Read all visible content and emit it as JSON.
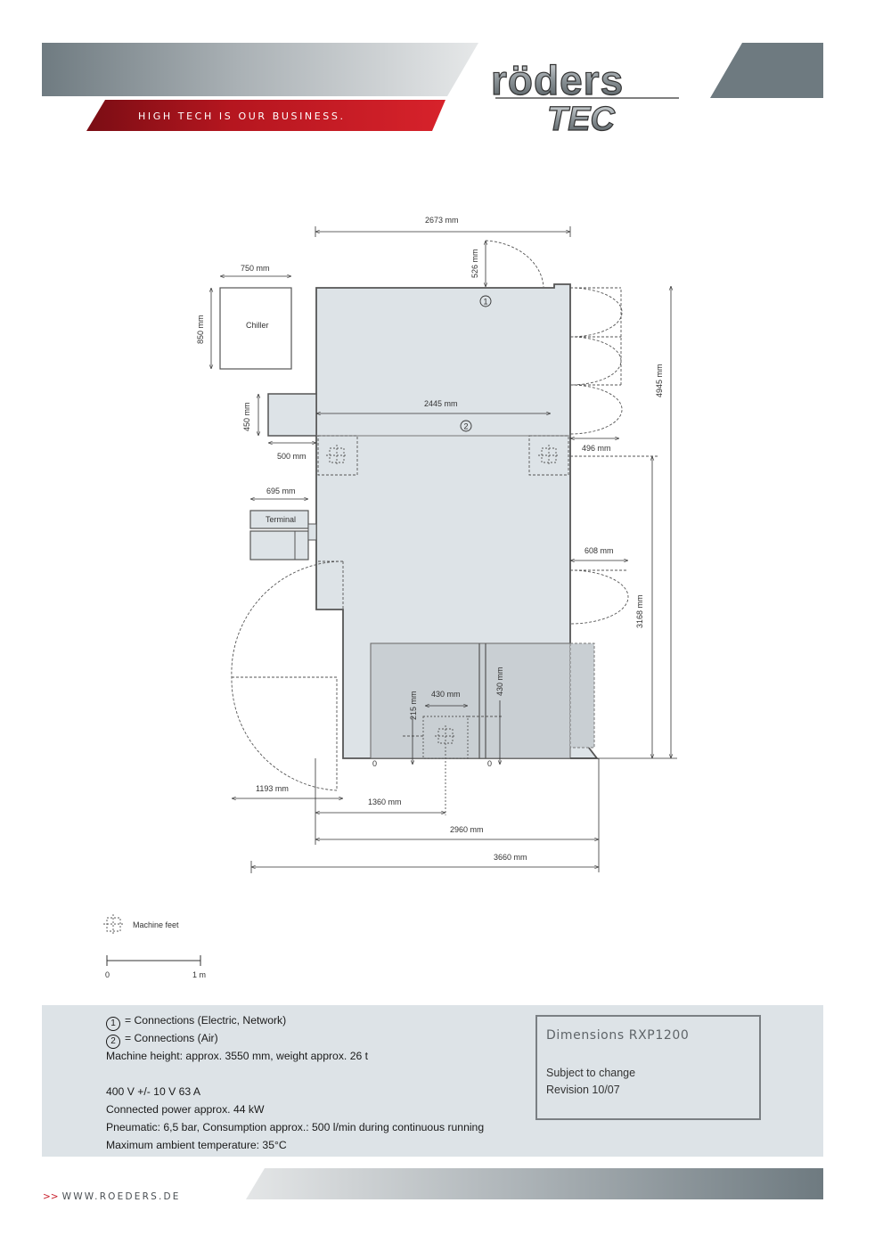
{
  "header": {
    "slogan": "HIGH TECH IS OUR BUSINESS.",
    "logo_text": "röders",
    "logo_sub": "TEC"
  },
  "colors": {
    "accent_red": "#c8202c",
    "header_gray": "#6e7a80",
    "machine_fill": "#dde3e7",
    "info_panel": "#dde3e7"
  },
  "drawing": {
    "dims": {
      "top_width": "2673 mm",
      "top_clearance": "526 mm",
      "chiller_w": "750 mm",
      "chiller_h": "850 mm",
      "side_unit_h": "450 mm",
      "side_unit_w": "500 mm",
      "axis_span": "2445 mm",
      "right_clear_top": "496 mm",
      "terminal_w": "695 mm",
      "right_clear_mid": "608 mm",
      "total_height": "4945 mm",
      "lower_height": "3168 mm",
      "foot_x": "430 mm",
      "foot_y_small": "215 mm",
      "foot_y": "430 mm",
      "door_left": "1193 mm",
      "foot_offset": "1360 mm",
      "base_width": "2960 mm",
      "total_width": "3660 mm"
    },
    "labels": {
      "chiller": "Chiller",
      "terminal": "Terminal",
      "conn1_mark": "1",
      "conn2_mark": "2",
      "foot_mark_a": "0",
      "foot_mark_b": "0"
    },
    "legend": {
      "machine_feet": "Machine feet"
    },
    "scale": {
      "start": "0",
      "end": "1 m"
    }
  },
  "info": {
    "conn1_mark": "1",
    "conn1_text": "= Connections (Electric, Network)",
    "conn2_mark": "2",
    "conn2_text": "= Connections (Air)",
    "machine_height": "Machine height: approx. 3550 mm, weight approx. 26 t",
    "voltage": "400 V +/- 10 V  63 A",
    "power": "Connected power approx. 44 kW",
    "pneumatic": "Pneumatic: 6,5 bar, Consumption approx.: 500 l/min during continuous running",
    "temperature": "Maximum ambient temperature: 35°C"
  },
  "titlebox": {
    "title": "Dimensions RXP1200",
    "subject": "Subject to change",
    "revision": "Revision 10/07"
  },
  "footer": {
    "arrows": ">>",
    "url": "WWW.ROEDERS.DE"
  }
}
